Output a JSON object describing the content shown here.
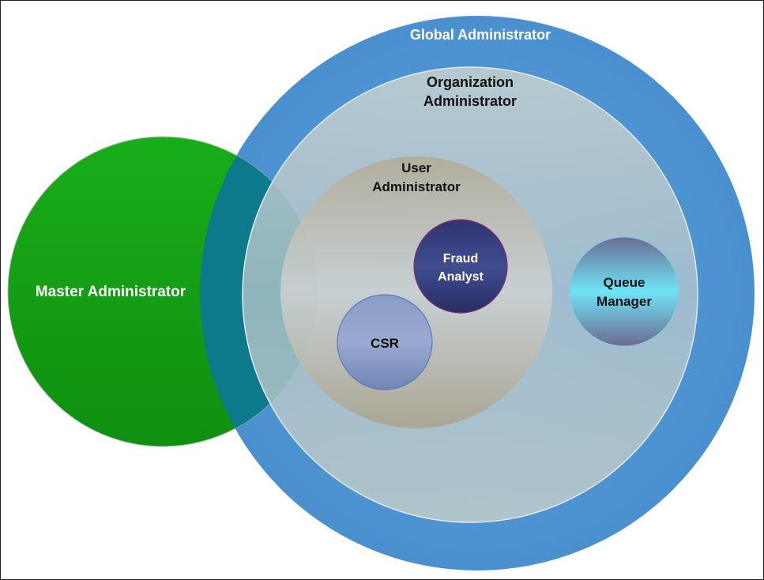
{
  "diagram": {
    "global": {
      "label": "Global Administrator",
      "color": "#4a90d0"
    },
    "organization": {
      "label_line1": "Organization",
      "label_line2": "Administrator",
      "color": "#b9c8cc"
    },
    "user": {
      "label_line1": "User",
      "label_line2": "Administrator",
      "color": "#b3ab98"
    },
    "master": {
      "label": "Master Administrator",
      "color": "#17a817"
    },
    "fraud": {
      "label_line1": "Fraud",
      "label_line2": "Analyst",
      "color": "#303a78"
    },
    "csr": {
      "label": "CSR",
      "color": "#7a8fbd"
    },
    "queue": {
      "label_line1": "Queue",
      "label_line2": "Manager",
      "color": "#6fd6f0"
    }
  }
}
